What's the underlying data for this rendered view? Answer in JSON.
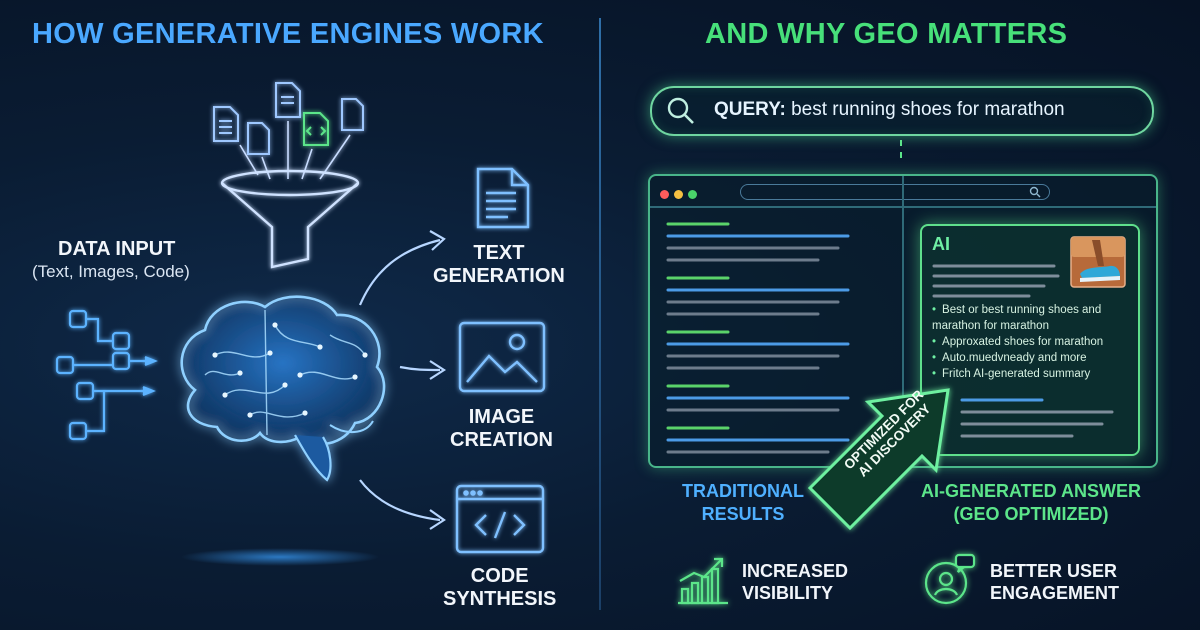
{
  "left": {
    "title": "HOW GENERATIVE ENGINES WORK",
    "data_input_label": "DATA INPUT",
    "data_input_sub": "(Text, Images, Code)",
    "outputs": [
      {
        "label_line1": "TEXT",
        "label_line2": "GENERATION",
        "icon": "document-icon"
      },
      {
        "label_line1": "IMAGE",
        "label_line2": "CREATION",
        "icon": "image-icon"
      },
      {
        "label_line1": "CODE",
        "label_line2": "SYNTHESIS",
        "icon": "code-window-icon"
      }
    ]
  },
  "right": {
    "title": "AND WHY GEO MATTERS",
    "query_prefix": "QUERY:",
    "query_text": "best running shoes for marathon",
    "ai_badge": "AI",
    "ai_items": [
      "Best or best running shoes and marathon for marathon",
      "Approxated shoes for marathon",
      "Auto.muedvneady and more",
      "Fritch AI-generated summary"
    ],
    "arrow_label_line1": "OPTIMIZED FOR",
    "arrow_label_line2": "AI DISCOVERY",
    "traditional_line1": "TRADITIONAL",
    "traditional_line2": "RESULTS",
    "ai_answer_line1": "AI-GENERATED ANSWER",
    "ai_answer_line2": "(GEO OPTIMIZED)",
    "benefits": [
      {
        "line1": "INCREASED",
        "line2": "VISIBILITY",
        "icon": "growth-chart-icon"
      },
      {
        "line1": "BETTER USER",
        "line2": "ENGAGEMENT",
        "icon": "user-chat-icon"
      }
    ]
  },
  "colors": {
    "blue_accent": "#4aa8ff",
    "green_accent": "#47e07a",
    "background": "#0a1c33"
  }
}
